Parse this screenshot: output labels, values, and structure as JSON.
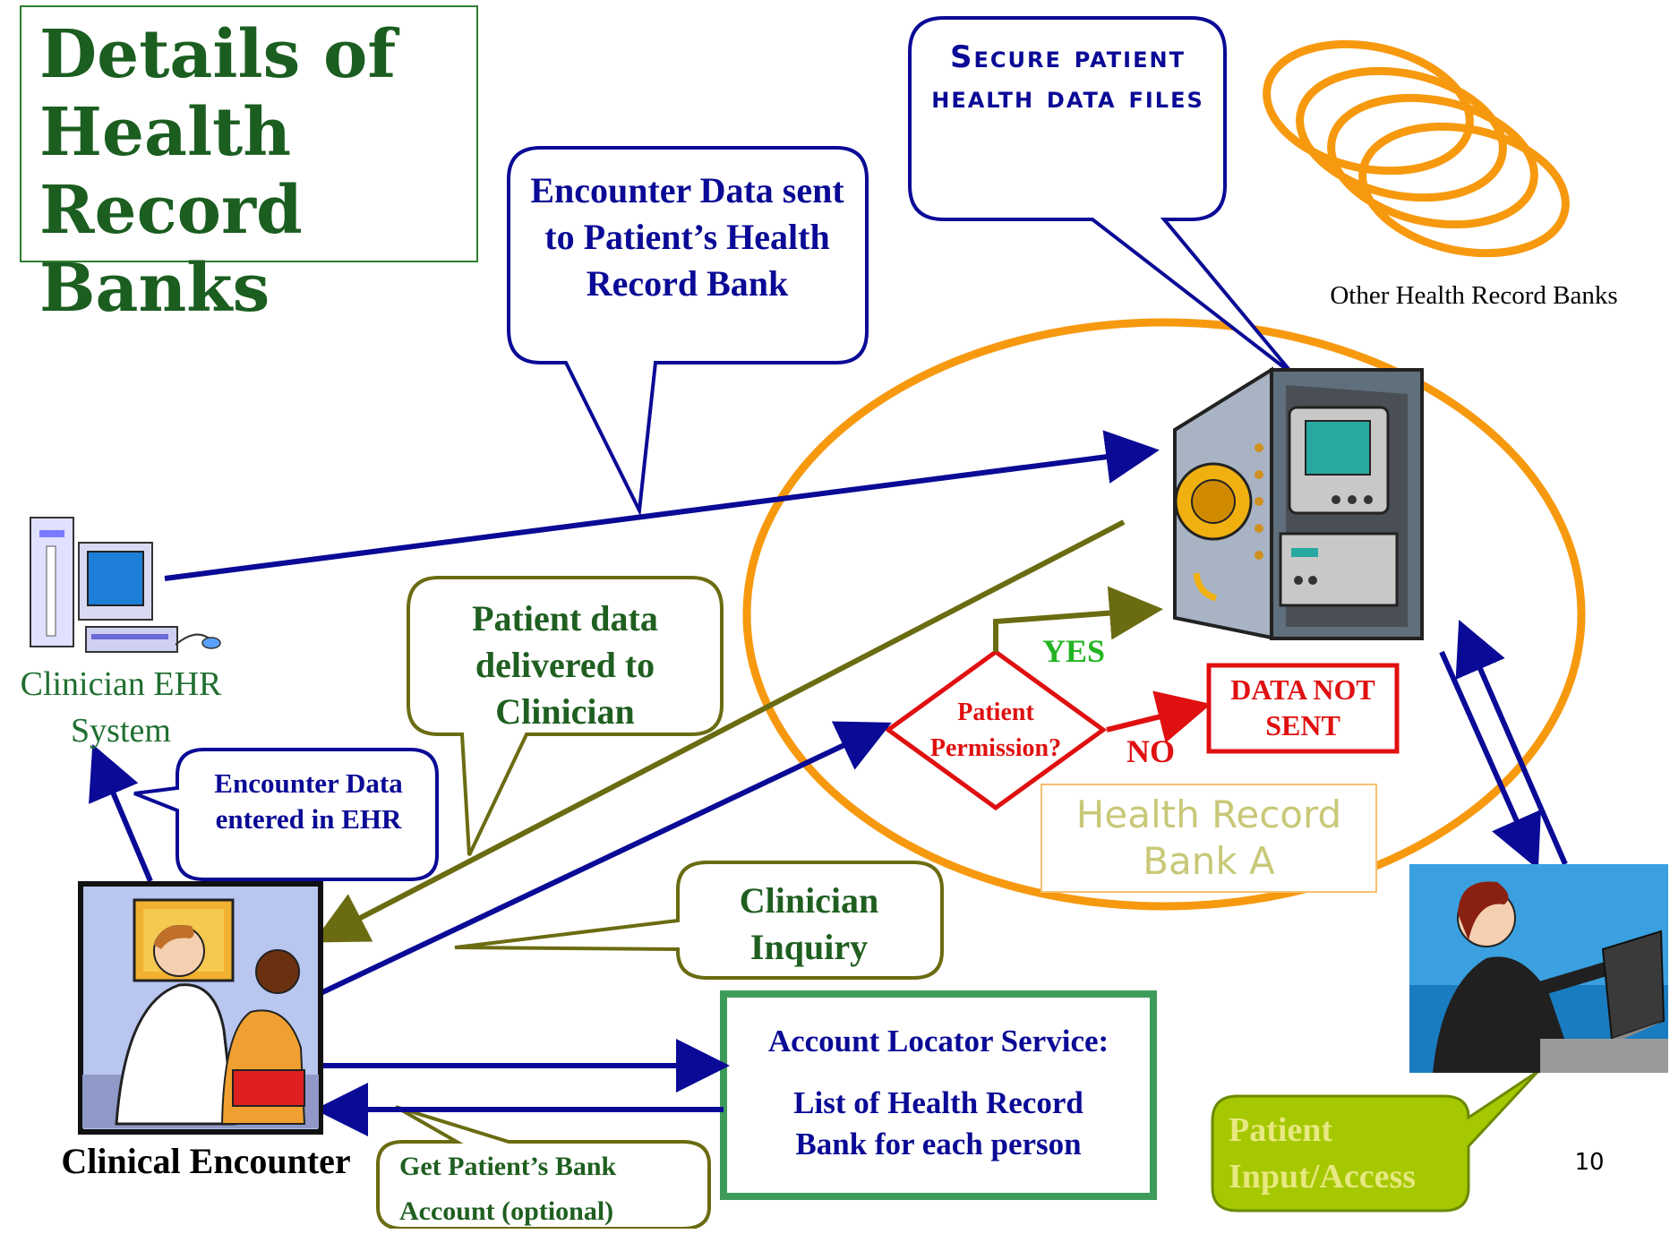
{
  "title": "Details of Health Record Banks",
  "slide_number": "10",
  "nodes": {
    "clinician_ehr": "Clinician EHR System",
    "clinical_encounter": "Clinical Encounter",
    "other_banks": "Other Health Record Banks",
    "bank_a": "Health Record Bank A",
    "decision": "Patient Permission?",
    "yes": "YES",
    "no": "NO",
    "data_not_sent": "DATA NOT SENT",
    "locator_title": "Account Locator Service:",
    "locator_body": "List of Health Record Bank for each person"
  },
  "callouts": {
    "encounter_sent": "Encounter Data sent to Patient’s Health Record Bank",
    "secure": "Secure patient health data files",
    "delivered": "Patient data delivered to Clinician",
    "entered": "Encounter Data entered in EHR",
    "inquiry": "Clinician Inquiry",
    "bank_account": "Get Patient’s Bank Account (optional)",
    "patient_access": "Patient Input/Access"
  },
  "colors": {
    "navy": "#0a0a96",
    "olive": "#6b6b12",
    "orange": "#f7990f",
    "red": "#e01010",
    "green": "#3d9b5a",
    "lime": "#a5c800"
  }
}
